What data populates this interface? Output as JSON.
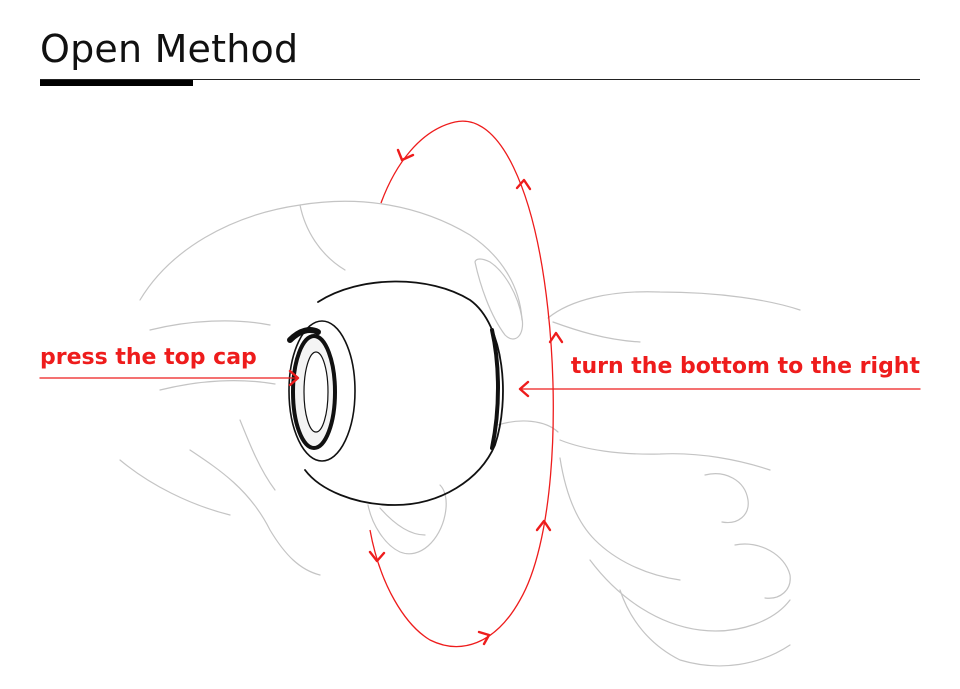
{
  "header": {
    "title": "Open Method"
  },
  "annotations": {
    "press_label": "press the top cap",
    "turn_label": "turn the bottom to the right"
  },
  "colors": {
    "accent": "#ee1c1c",
    "line": "#000000",
    "sketch": "#b8b8b8"
  },
  "illustration": {
    "subject": "hands holding a round ball-shaped container",
    "rotation_direction": "turn the bottom to the right"
  }
}
